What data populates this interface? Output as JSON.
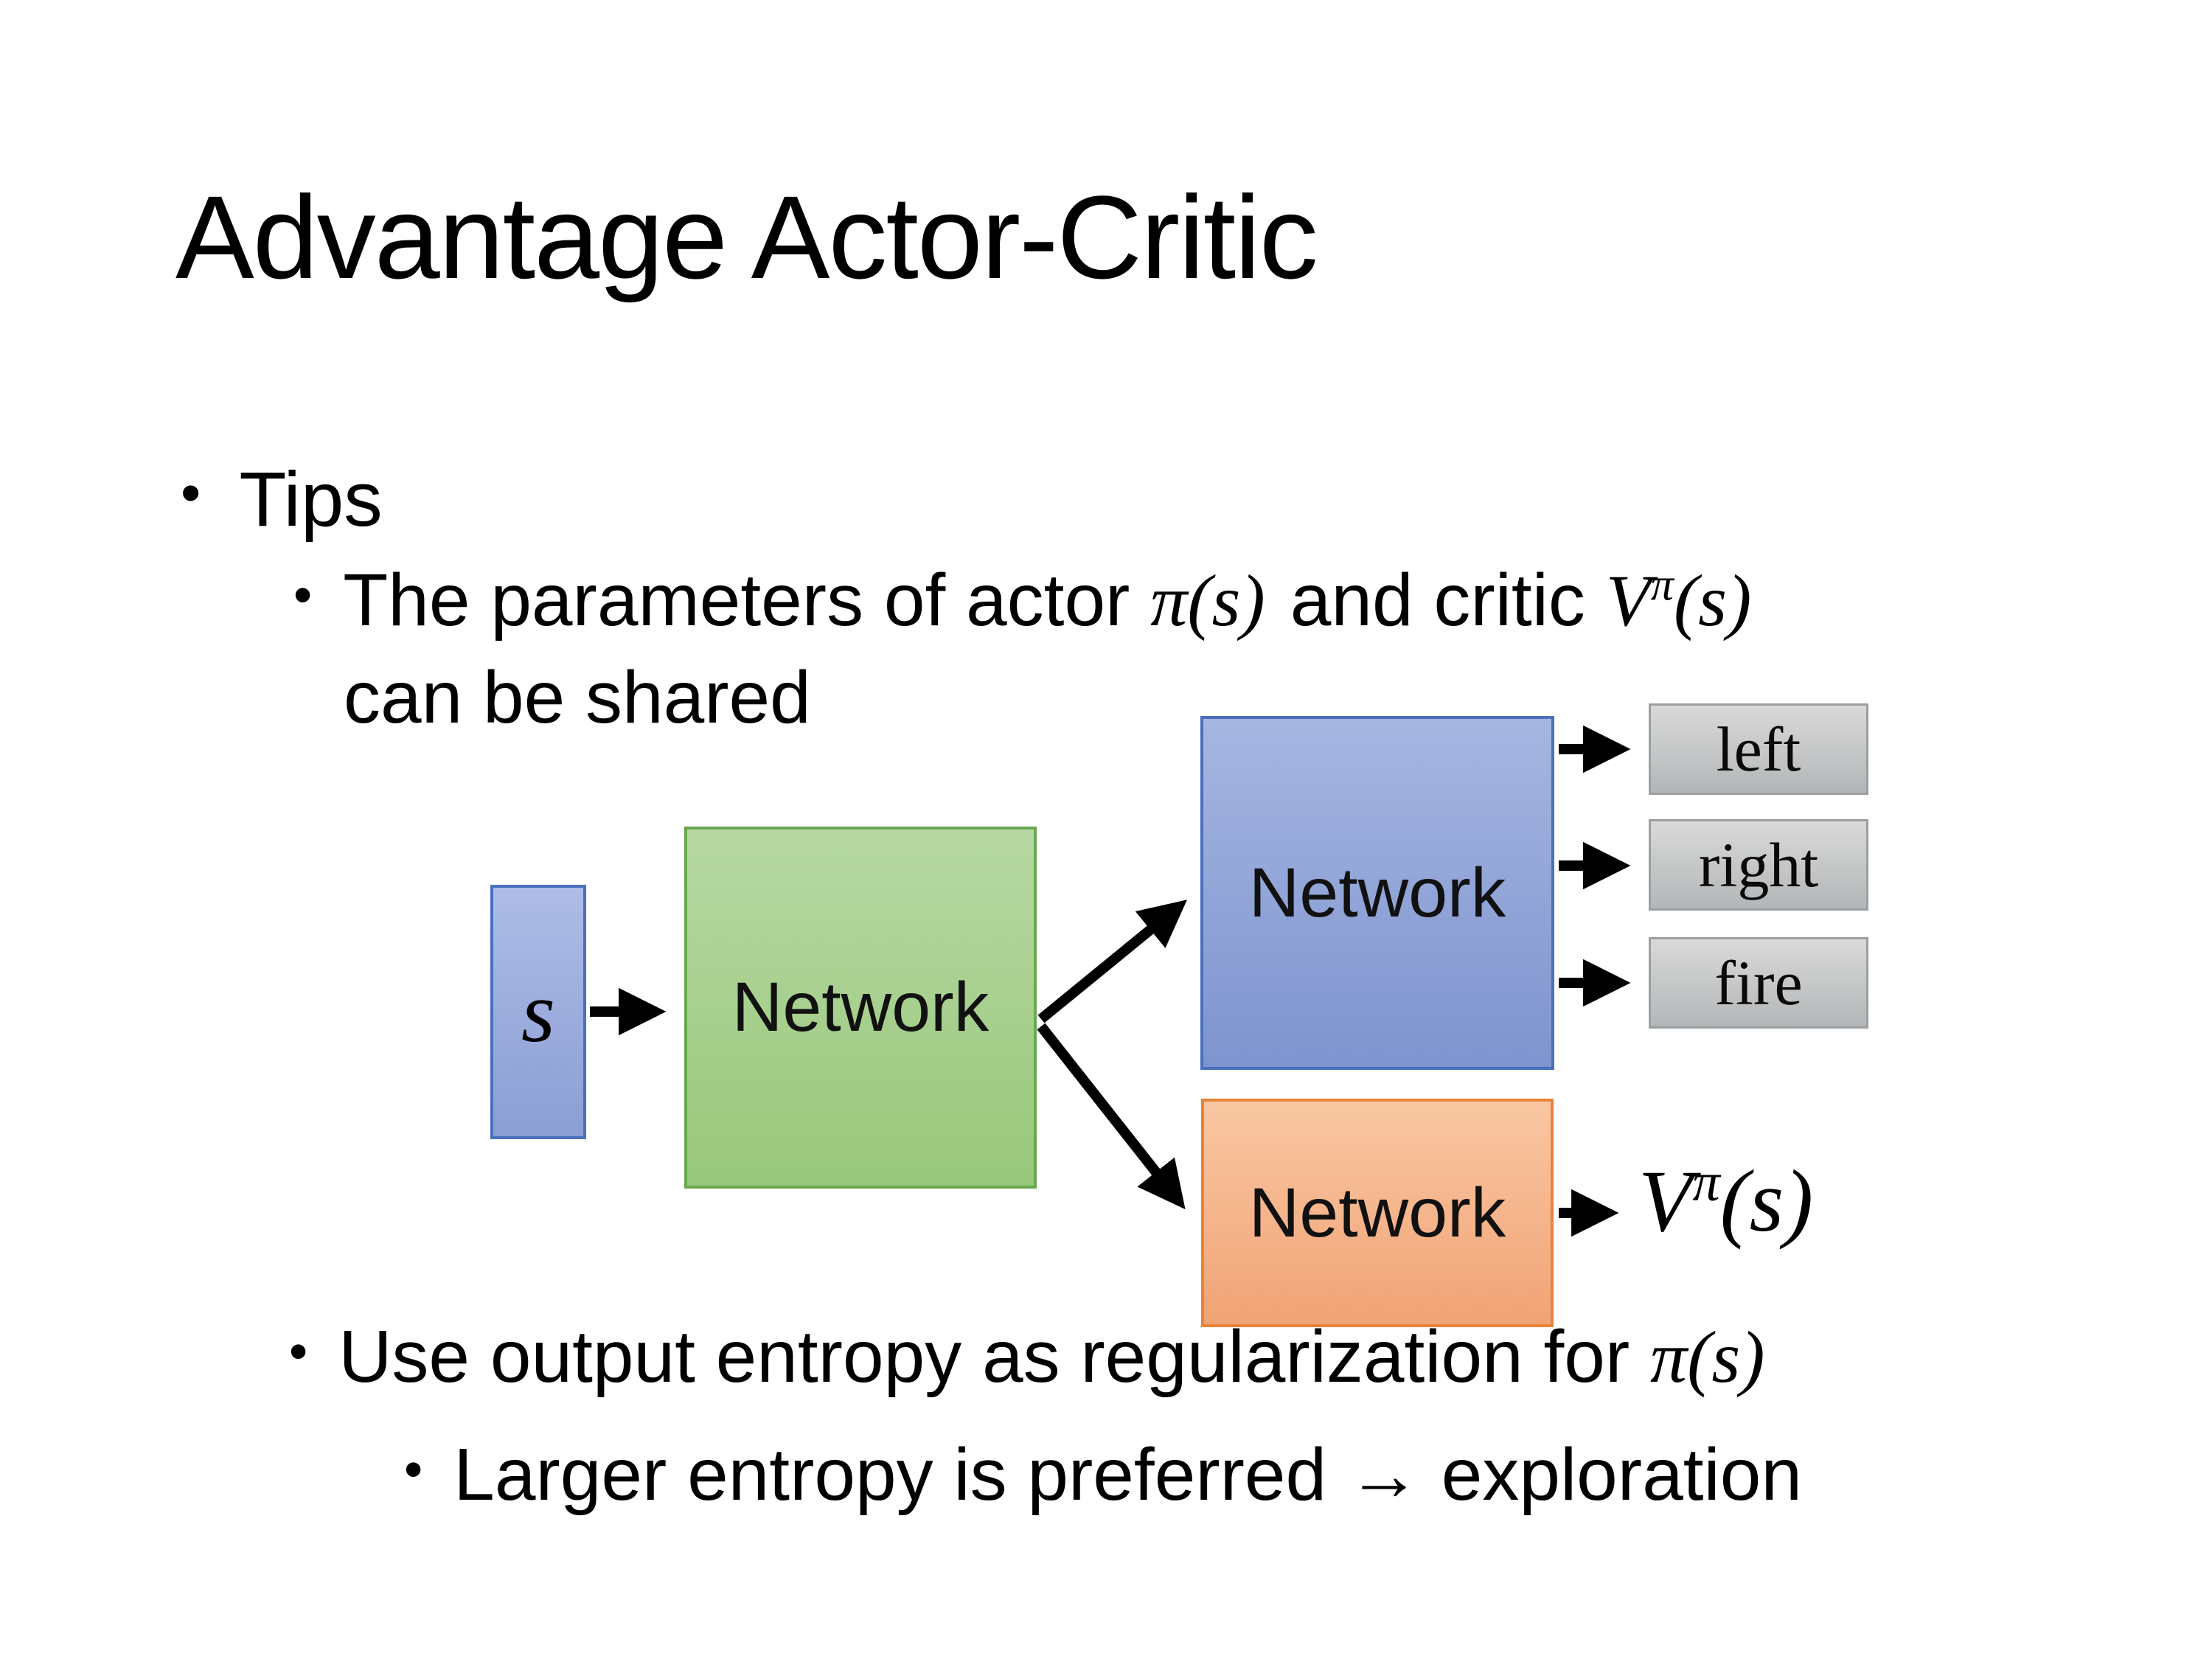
{
  "slide": {
    "title": "Advantage Actor-Critic",
    "bullet_char": "•"
  },
  "bullets": {
    "tips": "Tips",
    "param_pre": "The parameters of actor ",
    "param_mid": "and critic ",
    "param_line2": "can be shared",
    "entropy_pre": "Use output entropy as regularization for ",
    "larger_entropy": "Larger entropy is preferred → exploration"
  },
  "math": {
    "pi_s": "π(s)",
    "V": "V",
    "pi": "π",
    "s_paren": "(s)"
  },
  "diagram": {
    "state_label": "s",
    "shared_network_label": "Network",
    "actor_network_label": "Network",
    "critic_network_label": "Network",
    "actions": [
      "left",
      "right",
      "fire"
    ]
  },
  "colors": {
    "state_actor_fill": "#8faadc",
    "state_actor_border": "#4a6fbd",
    "shared_fill": "#a9d18e",
    "shared_border": "#69a84f",
    "critic_fill": "#f4b183",
    "critic_border": "#e8833a",
    "action_fill": "#c6c9ca",
    "action_border": "#9b9fa1",
    "arrow_color": "#000000",
    "text_color": "#000000",
    "background": "#ffffff"
  }
}
